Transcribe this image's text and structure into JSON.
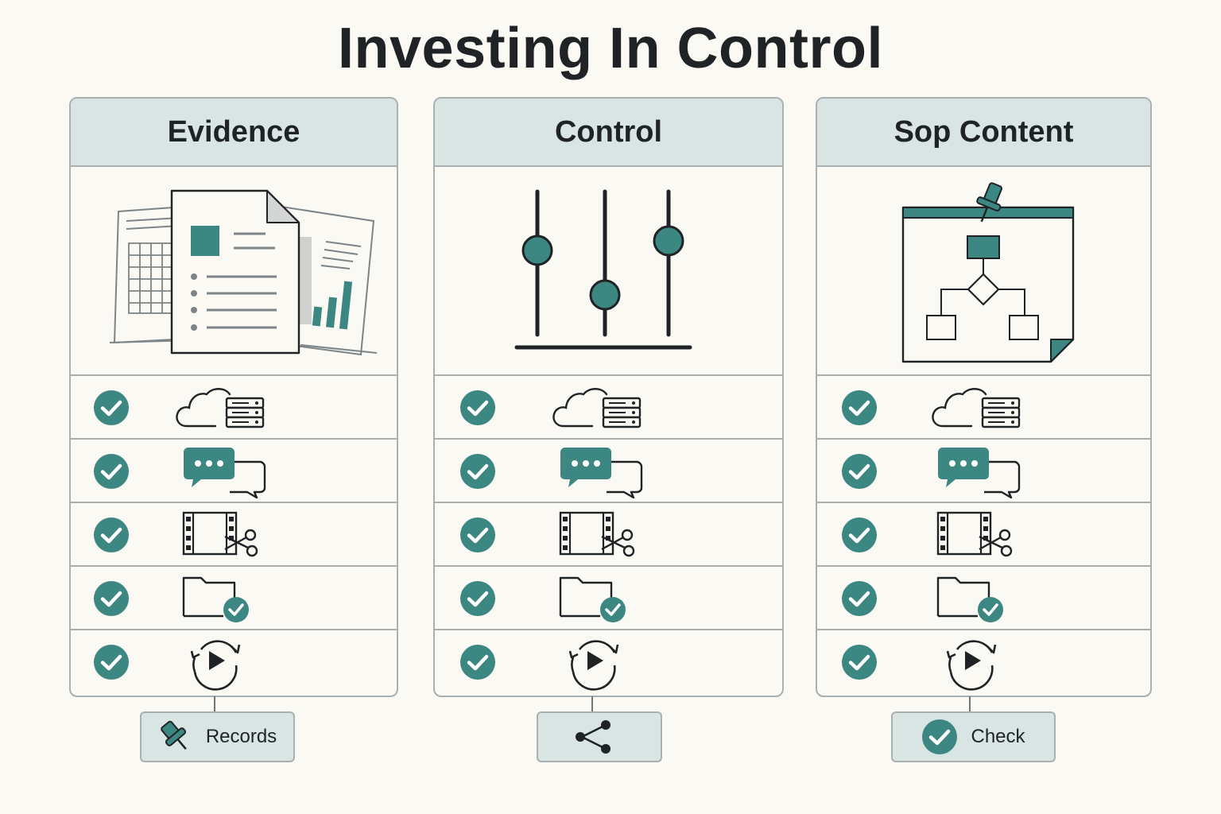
{
  "title": "Investing In Control",
  "colors": {
    "teal": "#3d8783",
    "header_bg": "#d8e5e3",
    "border": "#a9b0b1",
    "ink": "#1f2326",
    "background": "#faf9f4"
  },
  "columns": [
    {
      "header": "Evidence",
      "illustration": "document-stack-icon",
      "rows": [
        "cloud-server-icon",
        "chat-bubbles-icon",
        "film-scissors-icon",
        "folder-check-icon",
        "replay-play-icon"
      ],
      "tag": {
        "icon": "pushpin-icon",
        "label": "Records"
      }
    },
    {
      "header": "Control",
      "illustration": "sliders-icon",
      "rows": [
        "cloud-server-icon",
        "chat-bubbles-icon",
        "film-scissors-icon",
        "folder-check-icon",
        "replay-play-icon"
      ],
      "tag": {
        "icon": "share-icon",
        "label": ""
      }
    },
    {
      "header": "Sop Content",
      "illustration": "pinned-flowchart-icon",
      "rows": [
        "cloud-server-icon",
        "chat-bubbles-icon",
        "film-scissors-icon",
        "folder-check-icon",
        "replay-play-icon"
      ],
      "tag": {
        "icon": "check-circle-icon",
        "label": "Check"
      }
    }
  ]
}
